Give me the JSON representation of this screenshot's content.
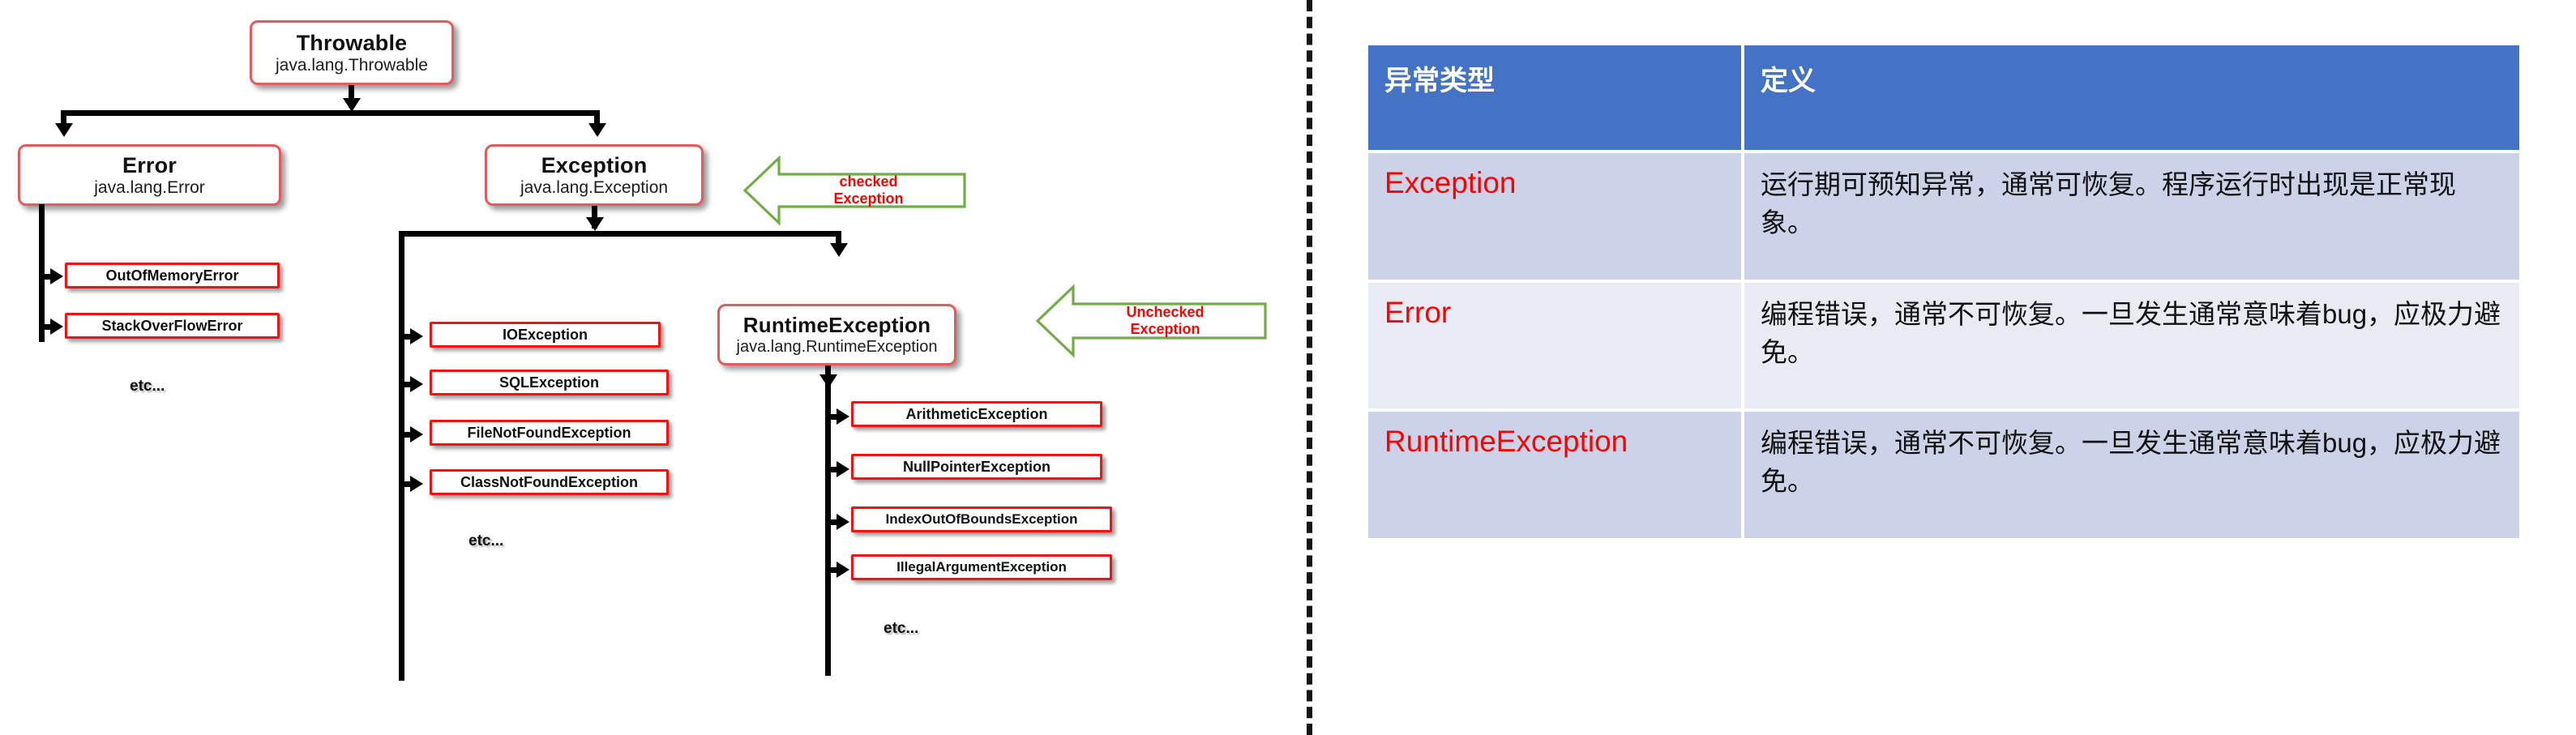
{
  "diagram": {
    "root": {
      "title": "Throwable",
      "fqn": "java.lang.Throwable"
    },
    "error": {
      "title": "Error",
      "fqn": "java.lang.Error"
    },
    "exception": {
      "title": "Exception",
      "fqn": "java.lang.Exception"
    },
    "runtime": {
      "title": "RuntimeException",
      "fqn": "java.lang.RuntimeException"
    },
    "error_children": [
      "OutOfMemoryError",
      "StackOverFlowError"
    ],
    "error_etc": "etc...",
    "exception_children": [
      "IOException",
      "SQLException",
      "FileNotFoundException",
      "ClassNotFoundException"
    ],
    "exception_etc": "etc...",
    "runtime_children": [
      "ArithmeticException",
      "NullPointerException",
      "IndexOutOfBoundsException",
      "IllegalArgumentException"
    ],
    "runtime_etc": "etc...",
    "callout_checked": "checked\nException",
    "callout_unchecked": "Unchecked\nException",
    "colors": {
      "big_node_border": "#e8595a",
      "leaf_node_border": "#fa0f10",
      "connector": "#000000",
      "callout_border": "#70ad47",
      "callout_text": "#ff0000"
    }
  },
  "table": {
    "headers": [
      "异常类型",
      "定义"
    ],
    "rows": [
      {
        "name": "Exception",
        "definition": "运行期可预知异常，通常可恢复。程序运行时出现是正常现象。"
      },
      {
        "name": "Error",
        "definition": "编程错误，通常不可恢复。一旦发生通常意味着bug，应极力避免。"
      },
      {
        "name": "RuntimeException",
        "definition": "编程错误，通常不可恢复。一旦发生通常意味着bug，应极力避免。"
      }
    ],
    "colors": {
      "header_bg": "#4472c4",
      "header_text": "#ffffff",
      "row_bg_dark": "#ccd2e8",
      "row_bg_light": "#e8eaf4",
      "name_text": "#ff0000",
      "definition_text": "#111111"
    }
  }
}
